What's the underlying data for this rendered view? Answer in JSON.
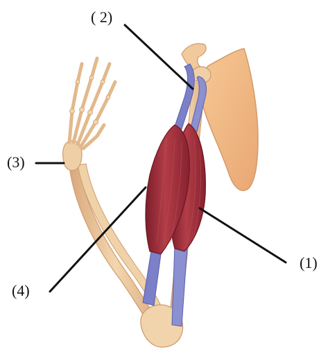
{
  "labels": {
    "label_1": "(1)",
    "label_2": "( 2)",
    "label_3": "(3)",
    "label_4": "(4)"
  },
  "colors": {
    "bone": "#ebc79c",
    "bone_shadow": "#d7a679",
    "scapula": "#f0b783",
    "muscle": "#a8343f",
    "muscle_dark": "#7d1f2b",
    "tendon": "#7b80c8",
    "leader_line": "#111111"
  },
  "icons": {
    "scapula": "scapula-bone",
    "humerus": "humerus-bone",
    "forearm": "radius-ulna-bones",
    "hand": "hand-bones",
    "muscle_1": "triceps-muscle",
    "muscle_4": "biceps-muscle"
  }
}
